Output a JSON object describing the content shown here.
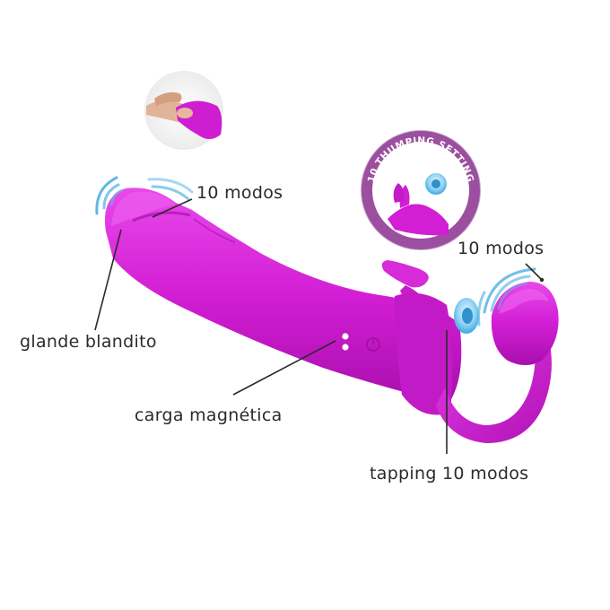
{
  "labels": {
    "top_modes": "10 modos",
    "right_modes": "10 modos",
    "glans": "glande blandito",
    "charging": "carga magnética",
    "tapping": "tapping 10 modos"
  },
  "badge": {
    "text": "10 THUMPING SETTING"
  },
  "colors": {
    "product": "#d41fd4",
    "badge_ring": "#9b4f9f",
    "vibration": "#5fb8e6",
    "text": "#2b2b2b"
  }
}
